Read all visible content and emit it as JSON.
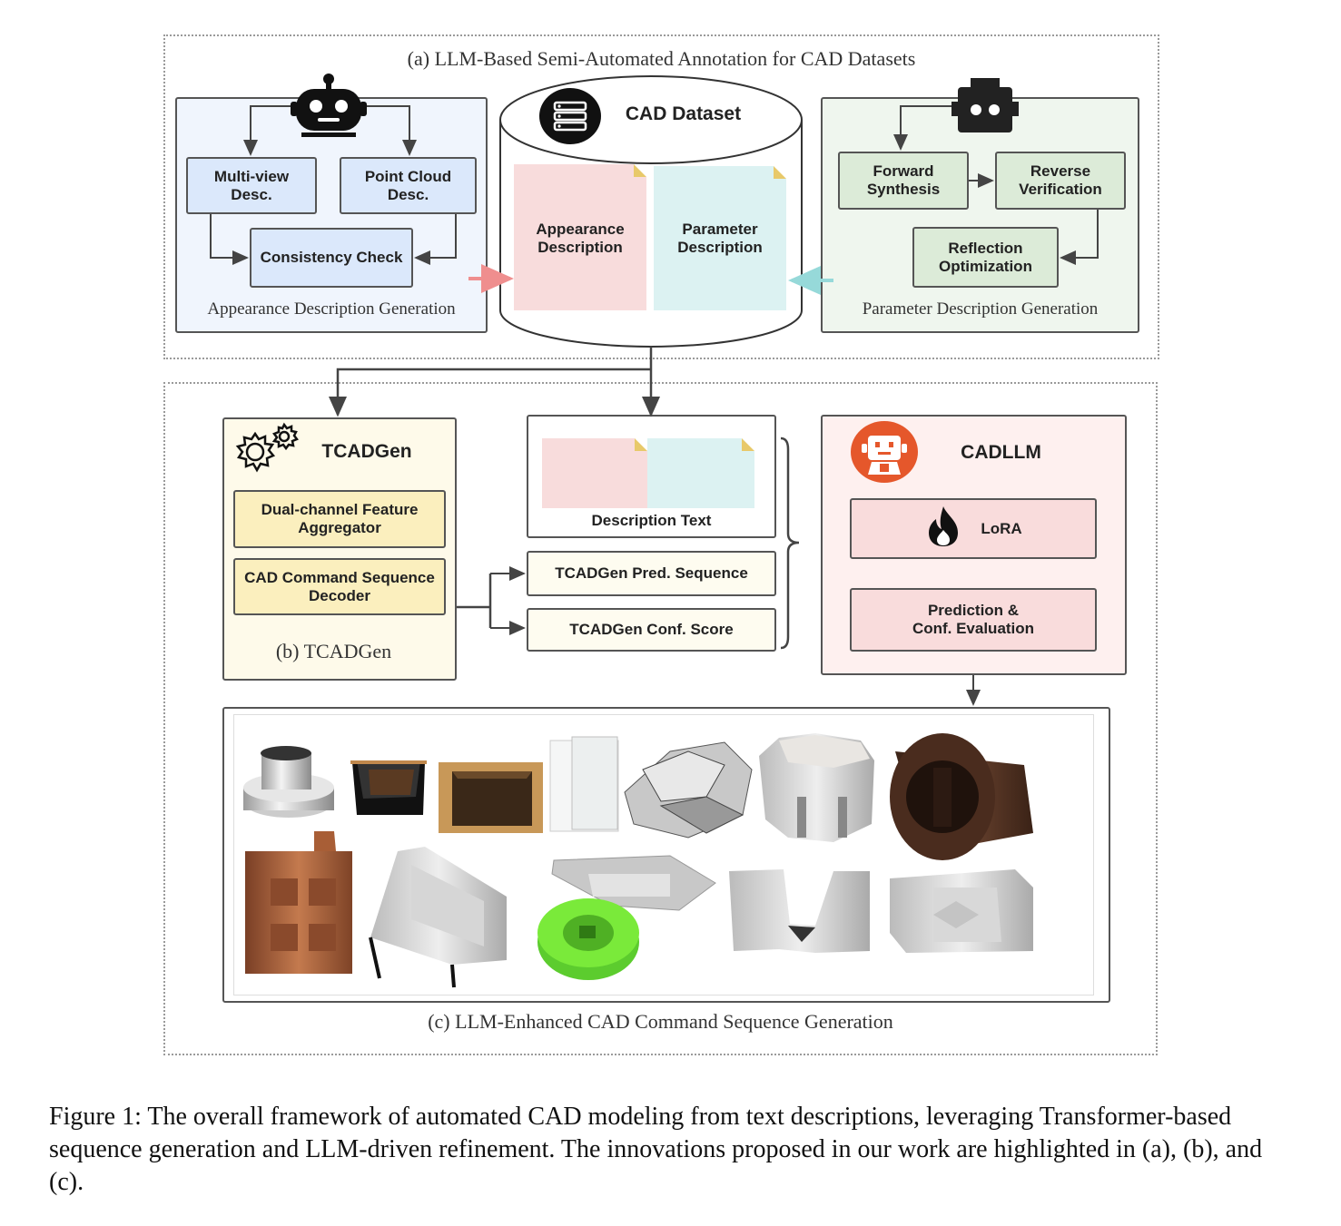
{
  "panel_a": {
    "title": "(a) LLM-Based Semi-Automated Annotation for CAD Datasets",
    "appearance": {
      "caption": "Appearance Description Generation",
      "multiview": "Multi-view\nDesc.",
      "pointcloud": "Point Cloud\nDesc.",
      "consistency": "Consistency Check"
    },
    "dataset": {
      "title": "CAD Dataset",
      "appearance_doc": "Appearance\nDescription",
      "parameter_doc": "Parameter\nDescription"
    },
    "parameter": {
      "caption": "Parameter Description Generation",
      "forward": "Forward\nSynthesis",
      "reverse": "Reverse\nVerification",
      "reflection": "Reflection\nOptimization"
    }
  },
  "panel_b": {
    "title": "TCADGen",
    "aggregator": "Dual-channel Feature\nAggregator",
    "decoder": "CAD Command Sequence\nDecoder",
    "caption": "(b) TCADGen",
    "description_text": "Description Text",
    "pred_sequence": "TCADGen Pred. Sequence",
    "conf_score": "TCADGen Conf. Score"
  },
  "cadllm": {
    "title": "CADLLM",
    "lora": "LoRA",
    "evaluation": "Prediction &\nConf. Evaluation"
  },
  "panel_c": {
    "caption": "(c) LLM-Enhanced CAD Command Sequence Generation"
  },
  "figure_caption": "Figure 1: The overall framework of automated CAD modeling from text descriptions, leveraging Transformer-based sequence generation and LLM-driven refinement. The innovations proposed in our work are highlighted in (a), (b), and (c).",
  "colors": {
    "blue_panel": "#f0f5fd",
    "green_panel": "#eff6ee",
    "pink_doc": "#f8dcdc",
    "cyan_doc": "#dcf2f2",
    "cadllm_orange": "#e5572b"
  }
}
